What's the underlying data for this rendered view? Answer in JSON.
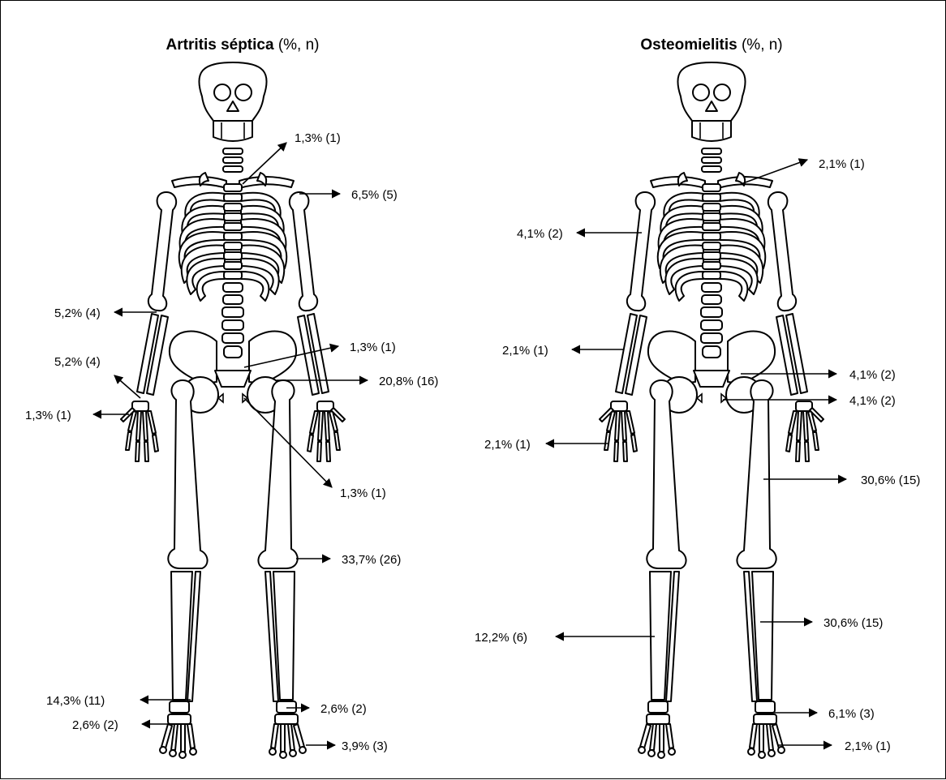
{
  "panels": [
    {
      "title_bold": "Artritis séptica",
      "title_rest": " (%, n)",
      "labels": [
        "1,3% (1)",
        "6,5% (5)",
        "5,2% (4)",
        "5,2% (4)",
        "1,3% (1)",
        "1,3% (1)",
        "20,8% (16)",
        "1,3% (1)",
        "33,7% (26)",
        "14,3% (11)",
        "2,6% (2)",
        "2,6% (2)",
        "3,9% (3)"
      ]
    },
    {
      "title_bold": "Osteomielitis",
      "title_rest": " (%, n)",
      "labels": [
        "2,1% (1)",
        "4,1% (2)",
        "2,1% (1)",
        "4,1% (2)",
        "4,1% (2)",
        "2,1% (1)",
        "30,6% (15)",
        "12,2% (6)",
        "30,6% (15)",
        "6,1% (3)",
        "2,1% (1)"
      ]
    }
  ]
}
